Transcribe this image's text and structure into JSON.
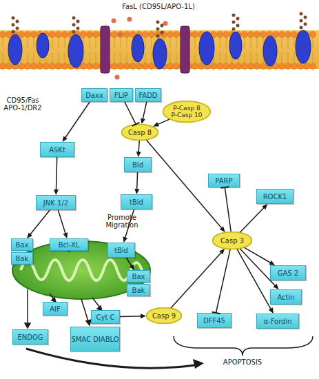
{
  "diagram": {
    "nodes": [
      {
        "text": [
          "Daxx"
        ]
      },
      {
        "text": [
          "FLIP"
        ]
      },
      {
        "text": [
          "FADD"
        ]
      },
      {
        "text": [
          "P-Casp 8",
          "P-Casp 10"
        ]
      },
      {
        "text": [
          "Casp 8"
        ]
      },
      {
        "text": [
          "ASKt"
        ]
      },
      {
        "text": [
          "Bid"
        ]
      },
      {
        "text": [
          "JNK 1/2"
        ]
      },
      {
        "text": [
          "tBid"
        ]
      },
      {
        "text": [
          "tBid"
        ]
      },
      {
        "text": [
          "Bax"
        ]
      },
      {
        "text": [
          "Bak"
        ]
      },
      {
        "text": [
          "Bcl-XL"
        ]
      },
      {
        "text": [
          "Bax"
        ]
      },
      {
        "text": [
          "Bak"
        ]
      },
      {
        "text": [
          "AIF"
        ]
      },
      {
        "text": [
          "ENDOG"
        ]
      },
      {
        "text": [
          "Cyt C"
        ]
      },
      {
        "text": [
          "SMAC DIABLO"
        ]
      },
      {
        "text": [
          "Casp 9"
        ]
      },
      {
        "text": [
          "Casp 3"
        ]
      },
      {
        "text": [
          "PARP"
        ]
      },
      {
        "text": [
          "ROCK1"
        ]
      },
      {
        "text": [
          "GAS 2"
        ]
      },
      {
        "text": [
          "Actin"
        ]
      },
      {
        "text": [
          "α-Fordin"
        ]
      },
      {
        "text": [
          "DFF45"
        ]
      }
    ],
    "edges": [
      {
        "from": 0,
        "to": 5,
        "arrow": "to"
      },
      {
        "from": 1,
        "to": 4,
        "arrow": "to"
      },
      {
        "from": 2,
        "to": 4,
        "arrow": "to"
      },
      {
        "from": 3,
        "to": 4,
        "arrow": "to"
      },
      {
        "from": 4,
        "to": 6,
        "arrow": "to"
      },
      {
        "from": 6,
        "to": 8,
        "arrow": "to"
      },
      {
        "from": 8,
        "to": 9,
        "arrow": "to"
      },
      {
        "from": 9,
        "to": 13,
        "arrow": "to"
      },
      {
        "from": 5,
        "to": 7,
        "arrow": "to"
      },
      {
        "from": 7,
        "to": 10,
        "arrow": "to"
      },
      {
        "from": 7,
        "to": 12,
        "arrow": "to"
      },
      {
        "from": 4,
        "to": 20,
        "arrow": "to"
      },
      {
        "from": 17,
        "to": 19,
        "arrow": "to"
      },
      {
        "from": 19,
        "to": 20,
        "arrow": "to"
      },
      {
        "from": 20,
        "to": 21,
        "arrow": "to"
      },
      {
        "from": 20,
        "to": 22,
        "arrow": "to"
      },
      {
        "from": 20,
        "to": 23,
        "arrow": "to"
      },
      {
        "from": 20,
        "to": 24,
        "arrow": "to"
      },
      {
        "from": 20,
        "to": 25,
        "arrow": "to"
      },
      {
        "from": 20,
        "to": 26,
        "arrow": "to"
      }
    ],
    "labels": [
      "FasL (CD95L/APO-1L)",
      "CD95/Fas APO-1/DR2",
      "Promote Migration",
      "APOPTOSIS"
    ]
  }
}
